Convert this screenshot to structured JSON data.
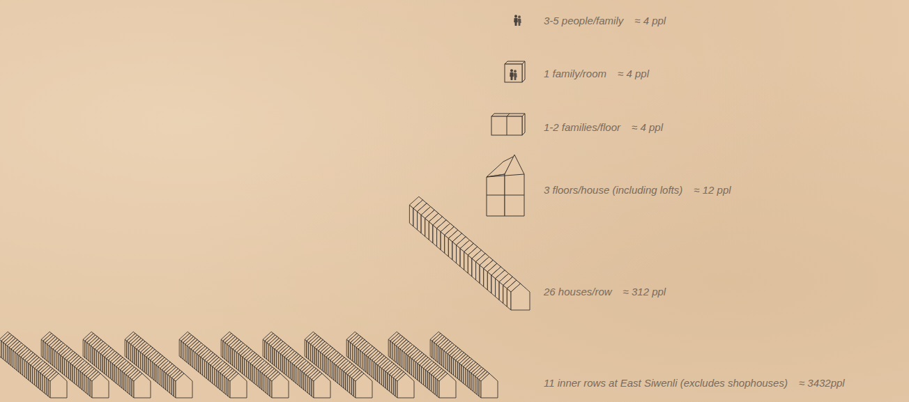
{
  "diagram": {
    "labels": [
      "3-5 people/family",
      "≈ 4 ppl",
      "1 family/room",
      "≈ 4 ppl",
      "1-2 families/floor",
      "≈ 4 ppl",
      "3 floors/house (including lofts)",
      "≈ 12 ppl",
      "26 houses/row",
      "≈ 312 ppl",
      "11 inner rows at East Siwenli (excludes shophouses)",
      "≈ 3432ppl"
    ]
  }
}
